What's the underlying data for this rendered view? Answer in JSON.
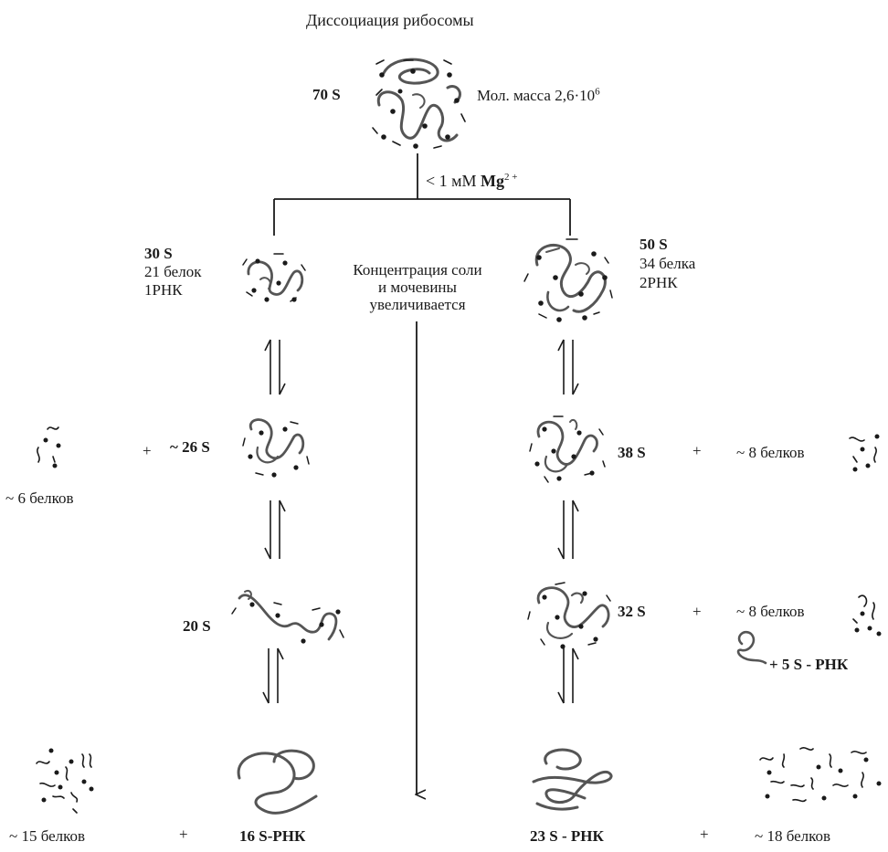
{
  "title": "Диссоциация рибосомы",
  "ribosome": {
    "label": "70 S",
    "mass_label": "Мол. масса 2,6·10",
    "mass_exponent": "6"
  },
  "condition": {
    "text": "< 1 мМ",
    "ion": "Mg",
    "ion_charge": "2 +"
  },
  "center_note": [
    "Концентрация соли",
    "и мочевины",
    "увеличивается"
  ],
  "small_subunit": {
    "label": "30 S",
    "line2": "21 белок",
    "line3": "1РНК",
    "stage2": "~ 26 S",
    "released_proteins": "~ 6 белков",
    "plus": "+",
    "stage3": "20 S",
    "final_proteins": "~ 15 белков",
    "final_plus": "+",
    "final_rna": "16 S-РНК"
  },
  "large_subunit": {
    "label": "50 S",
    "line2": "34 белка",
    "line3": "2РНК",
    "stage2": "38 S",
    "stage2_plus": "+",
    "stage2_proteins": "~ 8 белков",
    "stage3": "32 S",
    "stage3_plus": "+",
    "stage3_proteins": "~ 8 белков",
    "stage3_rna": "+ 5 S - РНК",
    "final_rna": "23 S - РНК",
    "final_plus": "+",
    "final_proteins": "~ 18 белков"
  },
  "colors": {
    "ink": "#1a1a1a",
    "strand": "#555555"
  }
}
